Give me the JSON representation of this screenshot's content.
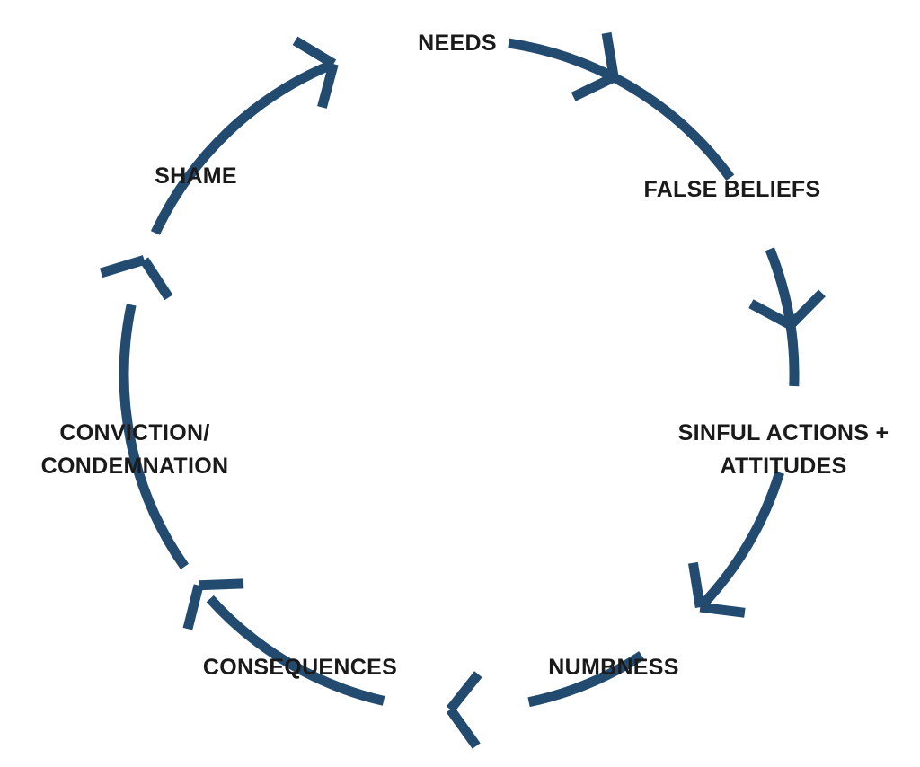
{
  "diagram": {
    "type": "cycle",
    "stroke_color": "#234a6f",
    "text_color": "#1a1a1a",
    "direction": "clockwise",
    "nodes": [
      {
        "id": "needs",
        "lines": [
          "NEEDS"
        ]
      },
      {
        "id": "false-beliefs",
        "lines": [
          "FALSE BELIEFS"
        ]
      },
      {
        "id": "sinful-actions-attitudes",
        "lines": [
          "SINFUL ACTIONS +",
          "ATTITUDES"
        ]
      },
      {
        "id": "numbness",
        "lines": [
          "NUMBNESS"
        ]
      },
      {
        "id": "consequences",
        "lines": [
          "CONSEQUENCES"
        ]
      },
      {
        "id": "conviction-condemnation",
        "lines": [
          "CONVICTION/",
          "CONDEMNATION"
        ]
      },
      {
        "id": "shame",
        "lines": [
          "SHAME"
        ]
      }
    ]
  }
}
